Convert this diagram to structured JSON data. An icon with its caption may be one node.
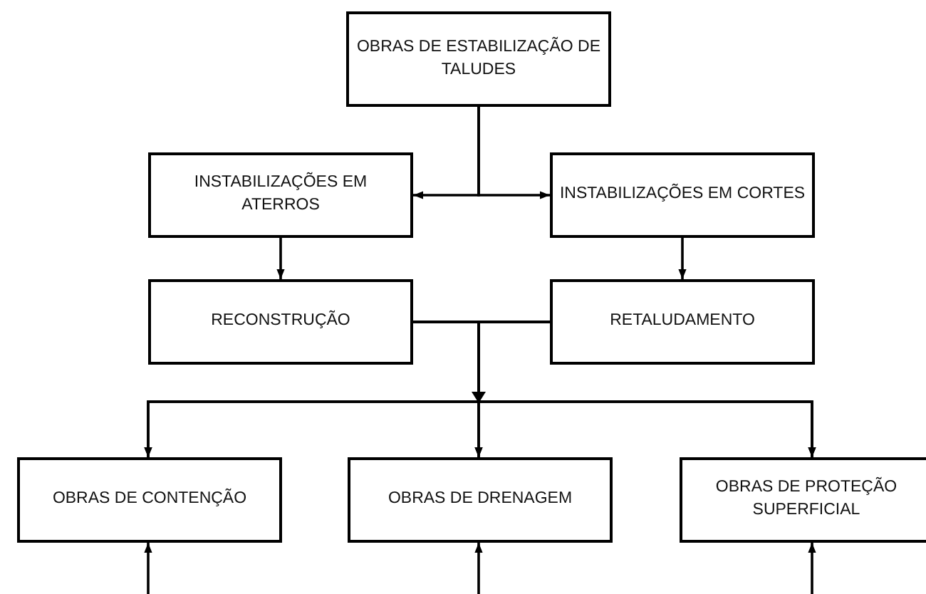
{
  "diagram": {
    "nodes": [
      {
        "text": [
          "OBRAS DE ESTABILIZAÇÃO DE TALUDES"
        ]
      },
      {
        "text": [
          "INSTABILIZAÇÕES EM ATERROS"
        ]
      },
      {
        "text": [
          "INSTABILIZAÇÕES EM CORTES"
        ]
      },
      {
        "text": [
          "RECONSTRUÇÃO"
        ]
      },
      {
        "text": [
          "RETALUDAMENTO"
        ]
      },
      {
        "text": [
          "OBRAS DE CONTENÇÃO"
        ]
      },
      {
        "text": [
          "OBRAS DE DRENAGEM"
        ]
      },
      {
        "text": [
          "OBRAS DE PROTEÇÃO SUPERFICIAL"
        ]
      }
    ],
    "edges": [
      {
        "from": 0,
        "to": 1,
        "arrow": "to"
      },
      {
        "from": 0,
        "to": 2,
        "arrow": "to"
      },
      {
        "from": 1,
        "to": 3,
        "arrow": "to"
      },
      {
        "from": 2,
        "to": 4,
        "arrow": "to"
      },
      {
        "from": 3,
        "to": 5,
        "arrow": "to"
      },
      {
        "from": 3,
        "to": 6,
        "arrow": "to"
      },
      {
        "from": 3,
        "to": 7,
        "arrow": "to"
      },
      {
        "from": 4,
        "to": 5,
        "arrow": "to"
      },
      {
        "from": 4,
        "to": 6,
        "arrow": "to"
      },
      {
        "from": 4,
        "to": 7,
        "arrow": "to"
      },
      {
        "from": null,
        "to": 5,
        "arrow": "to"
      },
      {
        "from": null,
        "to": 6,
        "arrow": "to"
      },
      {
        "from": null,
        "to": 7,
        "arrow": "to"
      }
    ]
  }
}
